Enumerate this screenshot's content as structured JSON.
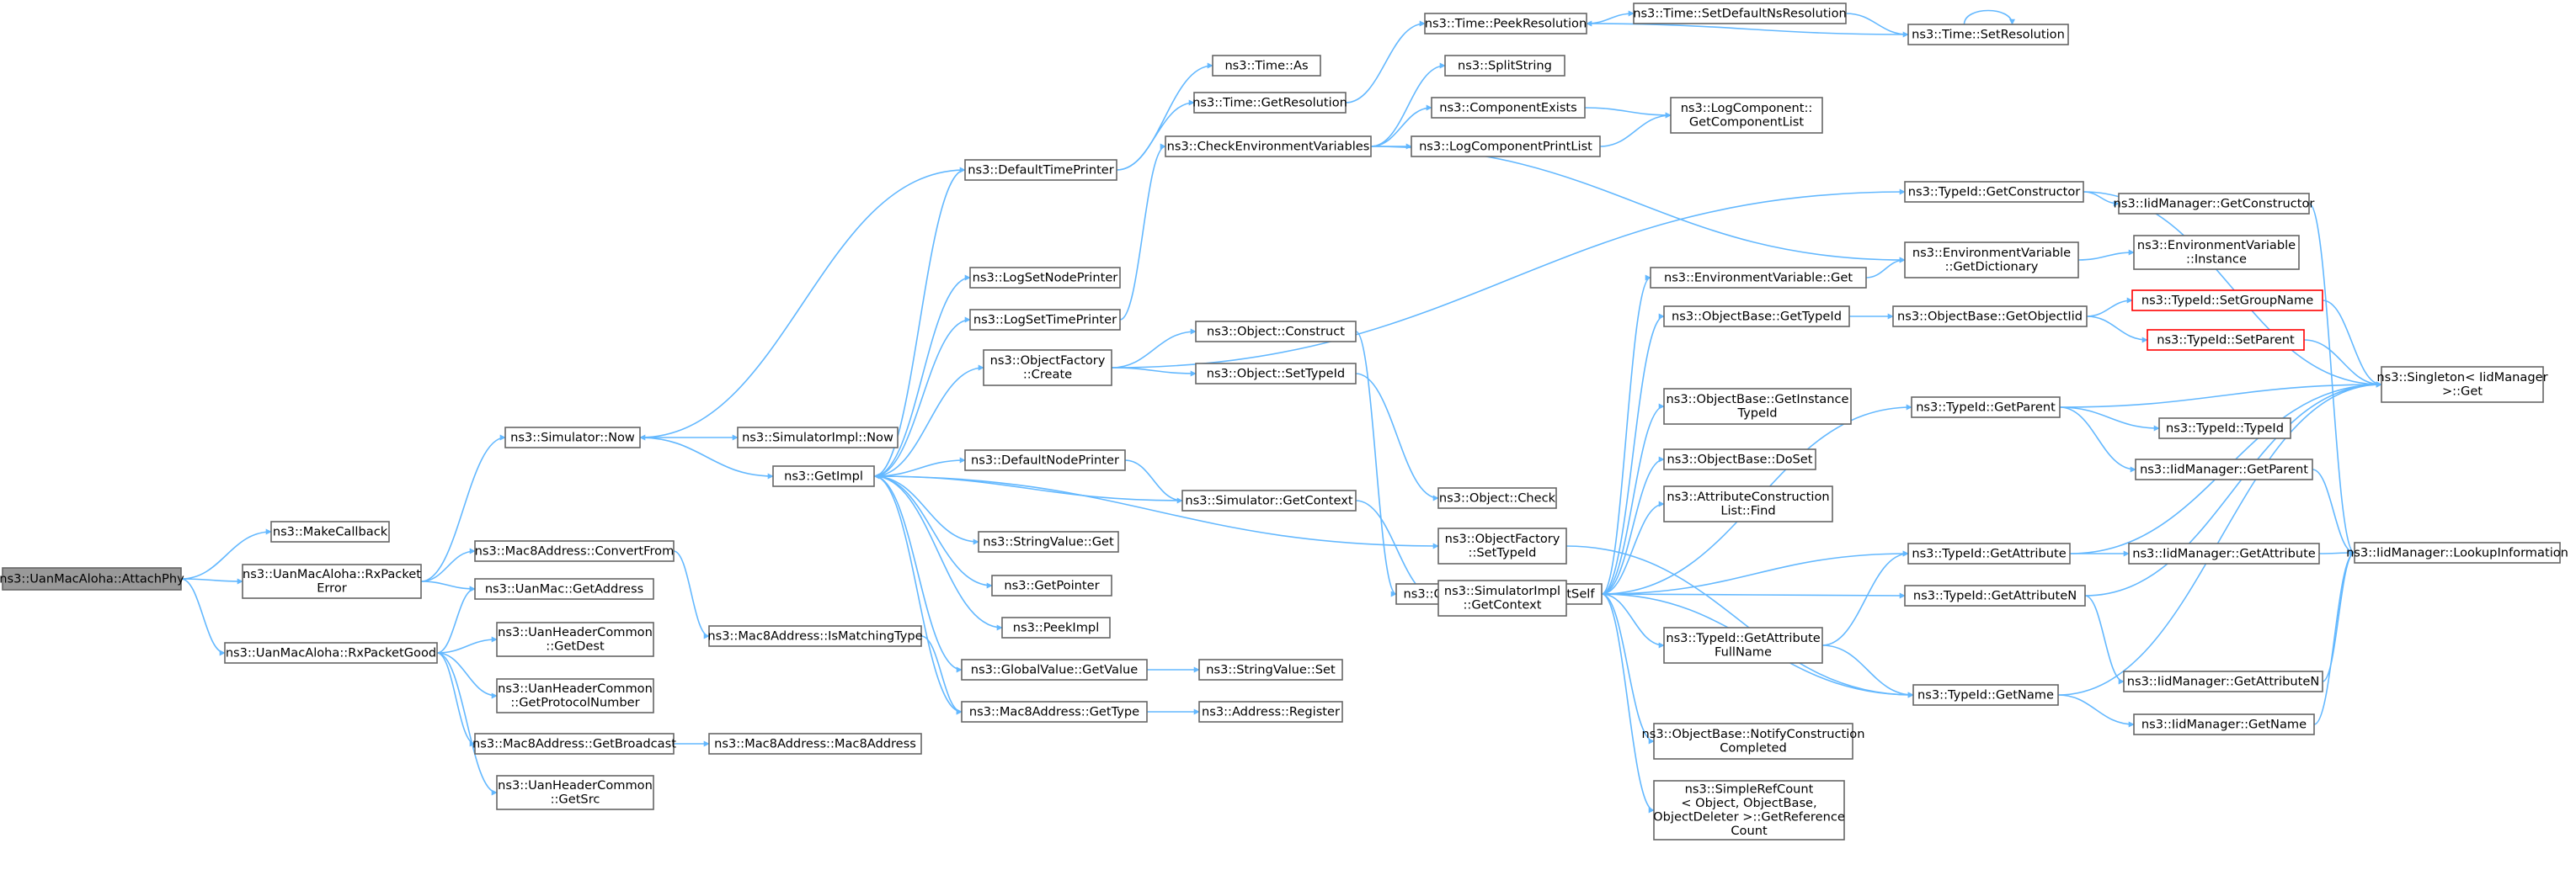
{
  "colors": {
    "edge": "#63B8FF",
    "node_border": "#666666",
    "node_fill": "#FFFFFF",
    "root_fill": "#999999",
    "root_border": "#666666",
    "truncated_border": "#FF0000"
  },
  "nodes": [
    {
      "id": "attachphy",
      "lines": [
        "ns3::UanMacAloha::AttachPhy"
      ],
      "root": true
    },
    {
      "id": "makecallback",
      "lines": [
        "ns3::MakeCallback"
      ]
    },
    {
      "id": "rxpacketerror",
      "lines": [
        "ns3::UanMacAloha::RxPacket",
        "Error"
      ]
    },
    {
      "id": "rxpacketgood",
      "lines": [
        "ns3::UanMacAloha::RxPacketGood"
      ]
    },
    {
      "id": "simnow",
      "lines": [
        "ns3::Simulator::Now"
      ]
    },
    {
      "id": "convertfrom",
      "lines": [
        "ns3::Mac8Address::ConvertFrom"
      ]
    },
    {
      "id": "getaddress",
      "lines": [
        "ns3::UanMac::GetAddress"
      ]
    },
    {
      "id": "getdest",
      "lines": [
        "ns3::UanHeaderCommon",
        "::GetDest"
      ]
    },
    {
      "id": "getprotocol",
      "lines": [
        "ns3::UanHeaderCommon",
        "::GetProtocolNumber"
      ]
    },
    {
      "id": "getbroadcast",
      "lines": [
        "ns3::Mac8Address::GetBroadcast"
      ]
    },
    {
      "id": "getsrc",
      "lines": [
        "ns3::UanHeaderCommon",
        "::GetSrc"
      ]
    },
    {
      "id": "simimplnow",
      "lines": [
        "ns3::SimulatorImpl::Now"
      ]
    },
    {
      "id": "getimpl",
      "lines": [
        "ns3::GetImpl"
      ]
    },
    {
      "id": "ismatching",
      "lines": [
        "ns3::Mac8Address::IsMatchingType"
      ]
    },
    {
      "id": "mac8ctor",
      "lines": [
        "ns3::Mac8Address::Mac8Address"
      ]
    },
    {
      "id": "defaulttimeprinter",
      "lines": [
        "ns3::DefaultTimePrinter"
      ]
    },
    {
      "id": "logsetnodeprinter",
      "lines": [
        "ns3::LogSetNodePrinter"
      ]
    },
    {
      "id": "logsettimeprinter",
      "lines": [
        "ns3::LogSetTimePrinter"
      ]
    },
    {
      "id": "objfactorycreate",
      "lines": [
        "ns3::ObjectFactory",
        "::Create"
      ]
    },
    {
      "id": "defaultnodeprinter",
      "lines": [
        "ns3::DefaultNodePrinter"
      ]
    },
    {
      "id": "stringvalueget",
      "lines": [
        "ns3::StringValue::Get"
      ]
    },
    {
      "id": "getpointer",
      "lines": [
        "ns3::GetPointer"
      ]
    },
    {
      "id": "peekimpl",
      "lines": [
        "ns3::PeekImpl"
      ]
    },
    {
      "id": "globalvalueget",
      "lines": [
        "ns3::GlobalValue::GetValue"
      ]
    },
    {
      "id": "mac8gettype",
      "lines": [
        "ns3::Mac8Address::GetType"
      ]
    },
    {
      "id": "timeas",
      "lines": [
        "ns3::Time::As"
      ]
    },
    {
      "id": "timegetres",
      "lines": [
        "ns3::Time::GetResolution"
      ]
    },
    {
      "id": "checkenv",
      "lines": [
        "ns3::CheckEnvironmentVariables"
      ]
    },
    {
      "id": "objconstruct",
      "lines": [
        "ns3::Object::Construct"
      ]
    },
    {
      "id": "objsettypeid",
      "lines": [
        "ns3::Object::SetTypeId"
      ]
    },
    {
      "id": "simgetcontext",
      "lines": [
        "ns3::Simulator::GetContext"
      ]
    },
    {
      "id": "stringvalueset",
      "lines": [
        "ns3::StringValue::Set"
      ]
    },
    {
      "id": "addressregister",
      "lines": [
        "ns3::Address::Register"
      ]
    },
    {
      "id": "timepeekres",
      "lines": [
        "ns3::Time::PeekResolution"
      ]
    },
    {
      "id": "splitstring",
      "lines": [
        "ns3::SplitString"
      ]
    },
    {
      "id": "componentexists",
      "lines": [
        "ns3::ComponentExists"
      ]
    },
    {
      "id": "logcompprintlist",
      "lines": [
        "ns3::LogComponentPrintList"
      ]
    },
    {
      "id": "objcheck",
      "lines": [
        "ns3::Object::Check"
      ]
    },
    {
      "id": "objbaseconstructself",
      "lines": [
        "ns3::ObjectBase::ConstructSelf"
      ]
    },
    {
      "id": "objfactorysettypeid",
      "lines": [
        "ns3::ObjectFactory",
        "::SetTypeId"
      ]
    },
    {
      "id": "simimplgetcontext",
      "lines": [
        "ns3::SimulatorImpl",
        "::GetContext"
      ]
    },
    {
      "id": "timesetdefaultns",
      "lines": [
        "ns3::Time::SetDefaultNsResolution"
      ]
    },
    {
      "id": "timesetres",
      "lines": [
        "ns3::Time::SetResolution"
      ]
    },
    {
      "id": "logcompgetlist",
      "lines": [
        "ns3::LogComponent::",
        "GetComponentList"
      ]
    },
    {
      "id": "envvarget",
      "lines": [
        "ns3::EnvironmentVariable::Get"
      ]
    },
    {
      "id": "objbasegettypeid",
      "lines": [
        "ns3::ObjectBase::GetTypeId"
      ]
    },
    {
      "id": "objbasegetinstance",
      "lines": [
        "ns3::ObjectBase::GetInstance",
        "TypeId"
      ]
    },
    {
      "id": "objbasedoset",
      "lines": [
        "ns3::ObjectBase::DoSet"
      ]
    },
    {
      "id": "attrconstructlist",
      "lines": [
        "ns3::AttributeConstruction",
        "List::Find"
      ]
    },
    {
      "id": "typeidgetattrfull",
      "lines": [
        "ns3::TypeId::GetAttribute",
        "FullName"
      ]
    },
    {
      "id": "objbasenotify",
      "lines": [
        "ns3::ObjectBase::NotifyConstruction",
        "Completed"
      ]
    },
    {
      "id": "simplerefcount",
      "lines": [
        "ns3::SimpleRefCount",
        "< Object, ObjectBase,",
        "ObjectDeleter >::GetReference",
        "Count"
      ]
    },
    {
      "id": "typeidgetconstructor",
      "lines": [
        "ns3::TypeId::GetConstructor"
      ]
    },
    {
      "id": "envvargetdict",
      "lines": [
        "ns3::EnvironmentVariable",
        "::GetDictionary"
      ]
    },
    {
      "id": "objbasegetobjectiid",
      "lines": [
        "ns3::ObjectBase::GetObjectIid"
      ]
    },
    {
      "id": "typeidgetparent",
      "lines": [
        "ns3::TypeId::GetParent"
      ]
    },
    {
      "id": "typeidgetattribute",
      "lines": [
        "ns3::TypeId::GetAttribute"
      ]
    },
    {
      "id": "typeidgetattributen",
      "lines": [
        "ns3::TypeId::GetAttributeN"
      ]
    },
    {
      "id": "typeidgetname",
      "lines": [
        "ns3::TypeId::GetName"
      ]
    },
    {
      "id": "iidgetconstructor",
      "lines": [
        "ns3::IidManager::GetConstructor"
      ]
    },
    {
      "id": "envvarinstance",
      "lines": [
        "ns3::EnvironmentVariable",
        "::Instance"
      ]
    },
    {
      "id": "typeidsetgroupname",
      "lines": [
        "ns3::TypeId::SetGroupName"
      ],
      "truncated": true
    },
    {
      "id": "typeidsetparent",
      "lines": [
        "ns3::TypeId::SetParent"
      ],
      "truncated": true
    },
    {
      "id": "typeidtypeid",
      "lines": [
        "ns3::TypeId::TypeId"
      ]
    },
    {
      "id": "iidgetparent",
      "lines": [
        "ns3::IidManager::GetParent"
      ]
    },
    {
      "id": "iidgetattribute",
      "lines": [
        "ns3::IidManager::GetAttribute"
      ]
    },
    {
      "id": "iidgetattributen",
      "lines": [
        "ns3::IidManager::GetAttributeN"
      ]
    },
    {
      "id": "iidgetname",
      "lines": [
        "ns3::IidManager::GetName"
      ]
    },
    {
      "id": "singletonget",
      "lines": [
        "ns3::Singleton< IidManager",
        ">::Get"
      ]
    },
    {
      "id": "iidlookup",
      "lines": [
        "ns3::IidManager::LookupInformation"
      ]
    }
  ]
}
